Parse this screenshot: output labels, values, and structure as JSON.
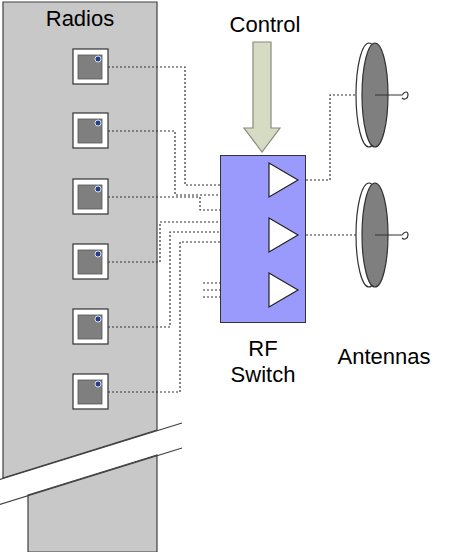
{
  "diagram": {
    "nodes": [
      {
        "text": [
          "Radios"
        ]
      },
      {
        "text": [
          "RF Switch"
        ]
      }
    ],
    "labels": [
      "Control",
      "Antennas"
    ]
  }
}
